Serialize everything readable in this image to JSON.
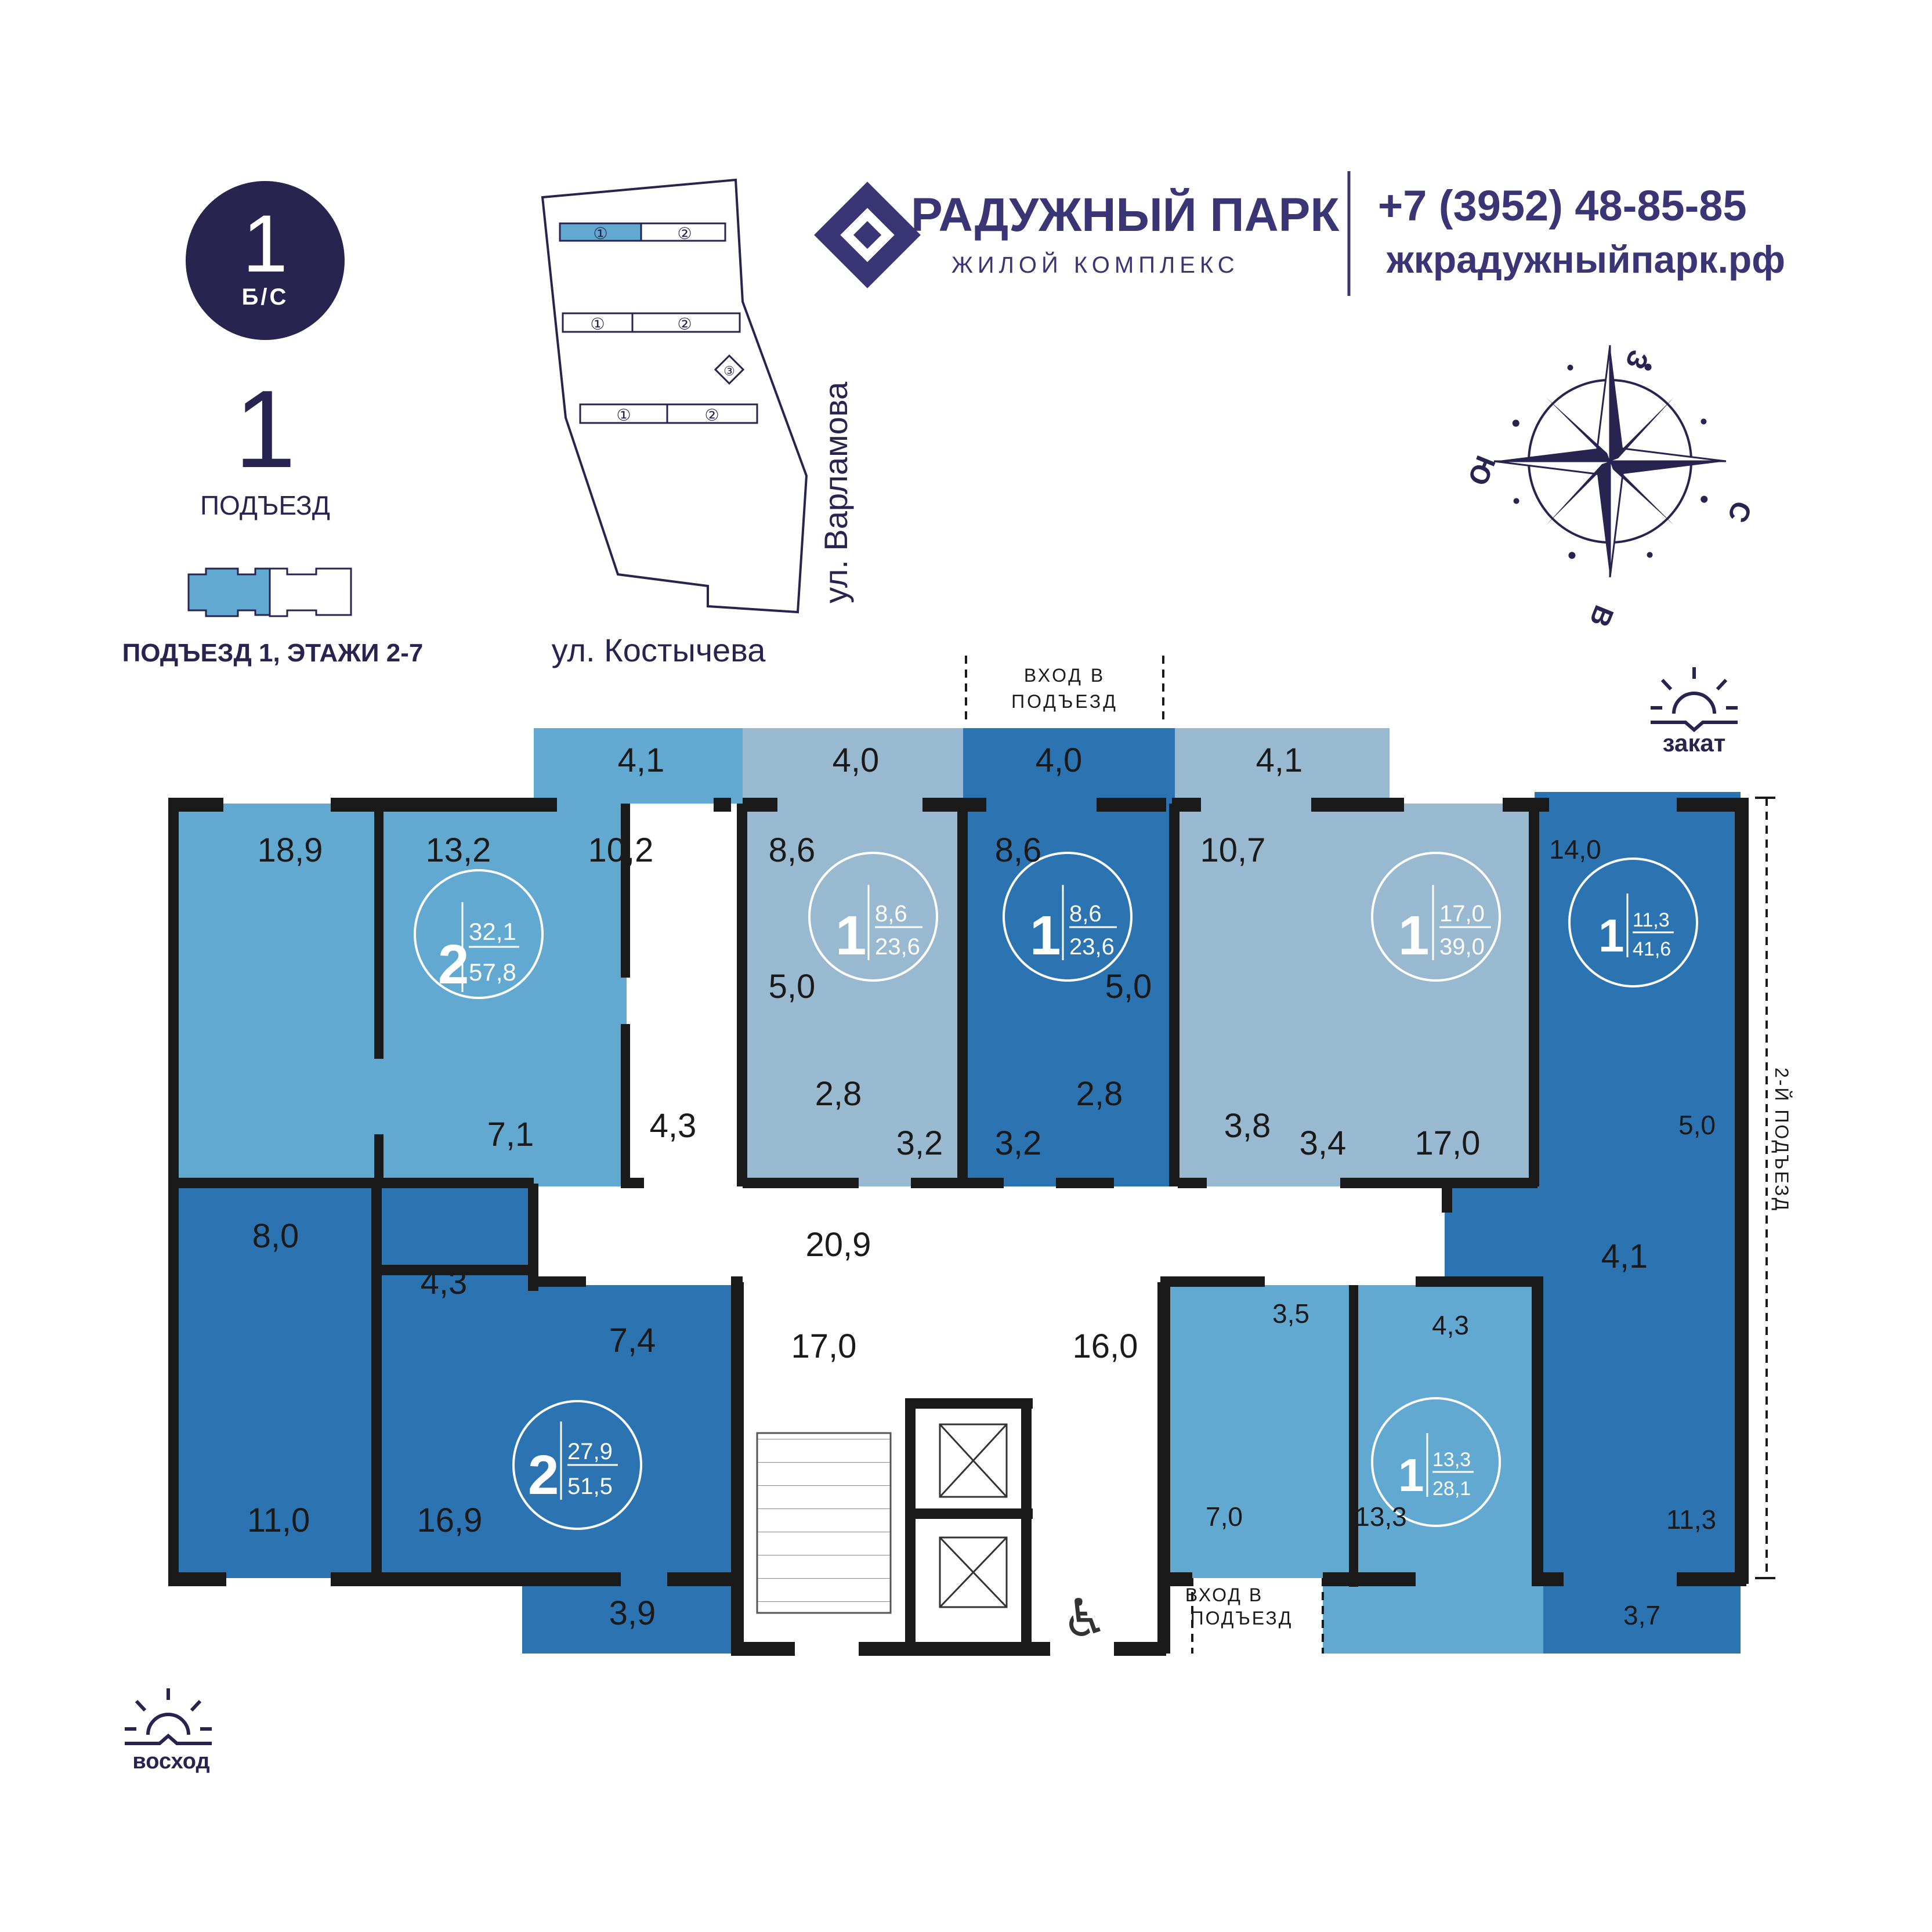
{
  "building": {
    "number": "1",
    "section": "Б/С"
  },
  "entrance": {
    "number": "1",
    "label": "ПОДЪЕЗД",
    "caption": "ПОДЪЕЗД 1, ЭТАЖИ 2-7"
  },
  "site_plan": {
    "street_east": "ул. Варламова",
    "street_south": "ул. Костычева",
    "marks": [
      "①",
      "②",
      "①",
      "②",
      "③",
      "①",
      "②"
    ]
  },
  "brand": {
    "name": "РАДУЖНЫЙ ПАРК",
    "tagline": "ЖИЛОЙ КОМПЛЕКС",
    "phone": "+7 (3952) 48-85-85",
    "website": "жкрадужныйпарк.рф"
  },
  "compass": {
    "west": "З",
    "south": "Ю",
    "north": "С",
    "east": "В"
  },
  "sun": {
    "sunset": "закат",
    "sunrise": "восход"
  },
  "entries": {
    "top": "ВХОД В\nПОДЪЕЗД",
    "bottom": "ВХОД В\nПОДЪЕЗД",
    "second_entrance": "2-Й ПОДЪЕЗД"
  },
  "apartments": [
    {
      "rooms": "2",
      "living": "32,1",
      "total": "57,8"
    },
    {
      "rooms": "1",
      "living": "8,6",
      "total": "23,6"
    },
    {
      "rooms": "1",
      "living": "8,6",
      "total": "23,6"
    },
    {
      "rooms": "1",
      "living": "17,0",
      "total": "39,0"
    },
    {
      "rooms": "1",
      "living": "11,3",
      "total": "41,6"
    },
    {
      "rooms": "2",
      "living": "27,9",
      "total": "51,5"
    },
    {
      "rooms": "1",
      "living": "13,3",
      "total": "28,1"
    }
  ],
  "rooms": {
    "balcony_a": "4,1",
    "balcony_b": "4,0",
    "balcony_c": "4,0",
    "balcony_d": "4,1",
    "r_18_9": "18,9",
    "r_13_2": "13,2",
    "r_10_2": "10,2",
    "r_7_1": "7,1",
    "r_4_3a": "4,3",
    "r_8_6a": "8,6",
    "r_5_0a": "5,0",
    "r_2_8a": "2,8",
    "r_3_2a": "3,2",
    "r_8_6b": "8,6",
    "r_5_0b": "5,0",
    "r_2_8b": "2,8",
    "r_3_2b": "3,2",
    "r_10_7": "10,7",
    "r_3_8": "3,8",
    "r_3_4": "3,4",
    "r_17_0a": "17,0",
    "r_14_0": "14,0",
    "r_5_0c": "5,0",
    "r_4_1": "4,1",
    "r_11_3": "11,3",
    "r_3_7": "3,7",
    "r_20_9": "20,9",
    "r_17_0b": "17,0",
    "r_16_0": "16,0",
    "r_8_0": "8,0",
    "r_4_3b": "4,3",
    "r_7_4": "7,4",
    "r_11_0": "11,0",
    "r_16_9": "16,9",
    "r_3_9": "3,9",
    "r_3_5": "3,5",
    "r_4_3c": "4,3",
    "r_7_0": "7,0",
    "r_13_3": "13,3"
  }
}
